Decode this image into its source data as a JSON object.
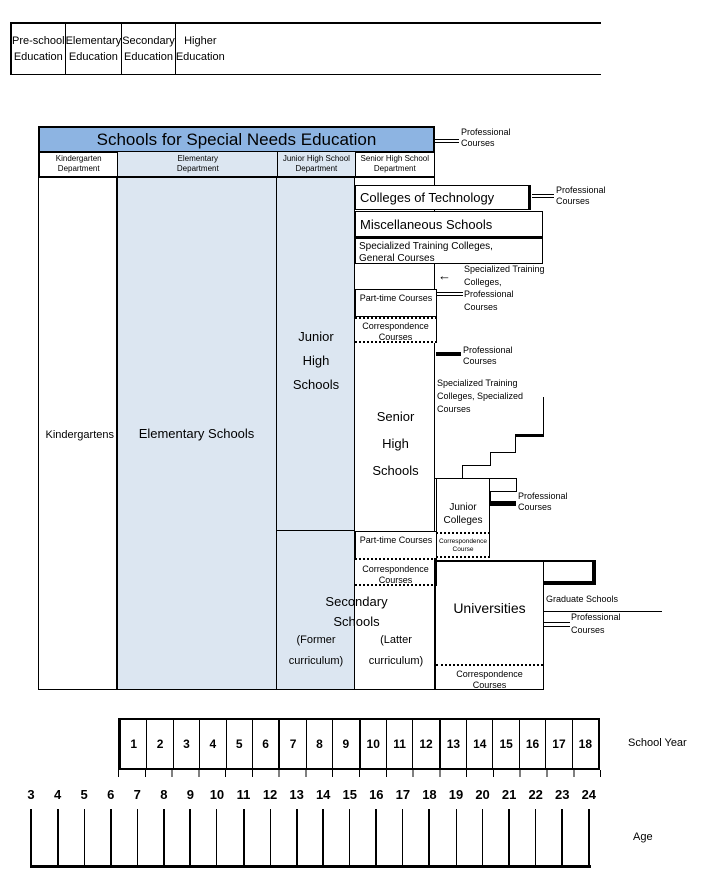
{
  "colors": {
    "banner_blue": "#8DB4E2",
    "column_blue": "#DCE6F1"
  },
  "header": {
    "cells": [
      "Pre-school\nEducation",
      "Elementary\nEducation",
      "Secondary\nEducation",
      "Higher\nEducation"
    ]
  },
  "banner": {
    "title": "Schools for Special Needs Education"
  },
  "departments": [
    "Kindergarten\nDepartment",
    "Elementary\nDepartment",
    "Junior High School\nDepartment",
    "Senior High School\nDepartment"
  ],
  "schools": {
    "kindergartens": "Kindergartens",
    "elementary": "Elementary Schools",
    "junior_high": "Junior\nHigh\nSchools",
    "senior_high": "Senior\nHigh\nSchools",
    "colleges_of_technology": "Colleges of Technology",
    "miscellaneous": "Miscellaneous Schools",
    "stc_general": "Specialized Training Colleges,\nGeneral Courses",
    "stc_professional_name": "Specialized Training\nColleges,",
    "stc_specialized": "Specialized Training\nColleges, Specialized\nCourses",
    "junior_colleges": "Junior\nColleges",
    "universities": "Universities",
    "graduate_schools": "Graduate Schools",
    "secondary": "Secondary\nSchools",
    "former_curriculum": "(Former\ncurriculum)",
    "latter_curriculum": "(Latter\ncurriculum)"
  },
  "courses": {
    "professional": "Professional\nCourses",
    "part_time": "Part-time\nCourses",
    "correspondence": "Correspondence\nCourses",
    "correspondence_single": "Correspondence\nCourse"
  },
  "icons": {
    "advance_arrow": "←"
  },
  "school_year": {
    "label": "School Year",
    "years": [
      {
        "n": "1"
      },
      {
        "n": "2"
      },
      {
        "n": "3"
      },
      {
        "n": "4"
      },
      {
        "n": "5"
      },
      {
        "n": "6"
      },
      {
        "n": "7",
        "thick": true
      },
      {
        "n": "8"
      },
      {
        "n": "9"
      },
      {
        "n": "10",
        "thick": true
      },
      {
        "n": "11"
      },
      {
        "n": "12"
      },
      {
        "n": "13",
        "thick": true
      },
      {
        "n": "14"
      },
      {
        "n": "15"
      },
      {
        "n": "16"
      },
      {
        "n": "17"
      },
      {
        "n": "18"
      }
    ]
  },
  "age": {
    "label": "Age",
    "ticks": [
      {
        "v": "3",
        "thick": true
      },
      {
        "v": "4",
        "thick": true
      },
      {
        "v": "5"
      },
      {
        "v": "6",
        "thick": true
      },
      {
        "v": "7"
      },
      {
        "v": "8",
        "thick": true
      },
      {
        "v": "9",
        "thick": true
      },
      {
        "v": "10"
      },
      {
        "v": "11",
        "thick": true
      },
      {
        "v": "12"
      },
      {
        "v": "13",
        "thick": true
      },
      {
        "v": "14",
        "thick": true
      },
      {
        "v": "15"
      },
      {
        "v": "16",
        "thick": true
      },
      {
        "v": "17"
      },
      {
        "v": "18",
        "thick": true
      },
      {
        "v": "19"
      },
      {
        "v": "20"
      },
      {
        "v": "21",
        "thick": true
      },
      {
        "v": "22"
      },
      {
        "v": "23",
        "thick": true
      },
      {
        "v": "24",
        "thick": true
      }
    ]
  }
}
